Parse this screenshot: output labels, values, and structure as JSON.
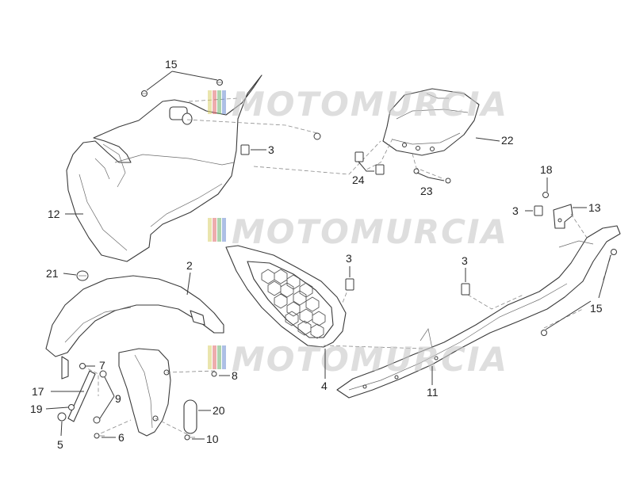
{
  "diagram": {
    "type": "exploded-parts-view",
    "watermark": "MOTOMURCIA",
    "callouts": {
      "c1": "15",
      "c2": "3",
      "c3": "12",
      "c4": "22",
      "c5": "24",
      "c6": "23",
      "c7": "18",
      "c8": "3",
      "c9": "13",
      "c10": "3",
      "c11": "3",
      "c12": "21",
      "c13": "2",
      "c14": "15",
      "c15": "7",
      "c16": "17",
      "c17": "9",
      "c18": "8",
      "c19": "19",
      "c20": "20",
      "c21": "5",
      "c22": "6",
      "c23": "10",
      "c24": "4",
      "c25": "11"
    }
  }
}
